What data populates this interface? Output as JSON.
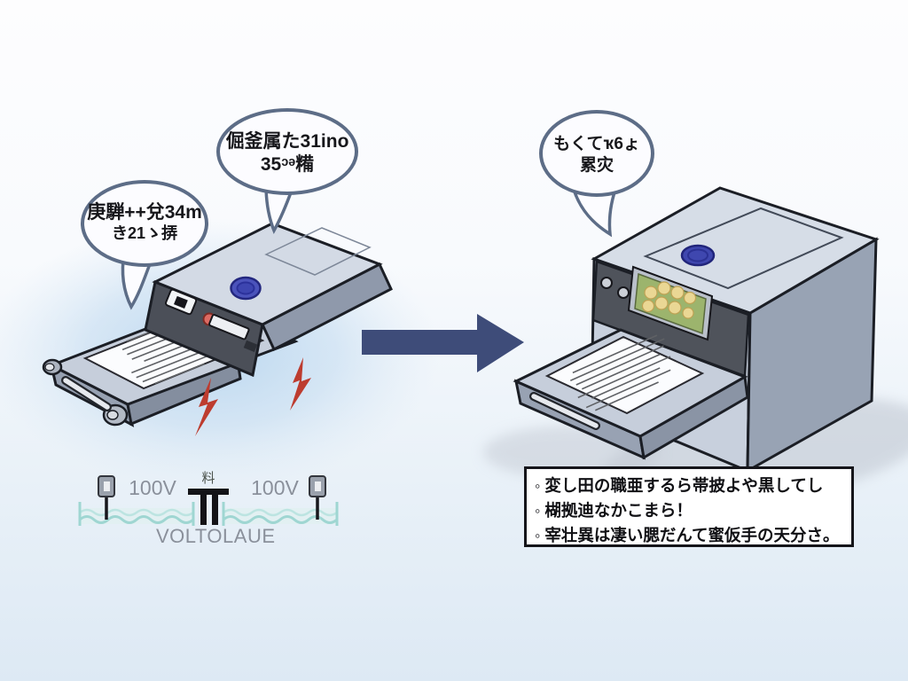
{
  "bubbles": {
    "left": {
      "line1": "庚騨++兌34m",
      "line2": "き21ゝ挵"
    },
    "middle": {
      "line1": "倔釜属た31ino",
      "line2": "35ᵓᵊ糒"
    },
    "right": {
      "line1": "もくてҡ6ょ",
      "line2": "累灾"
    }
  },
  "voltage_diagram": {
    "left_voltage": "100V",
    "right_voltage": "100V",
    "center_symbol": "料",
    "caption": "VOLTOLAUE"
  },
  "notes_box": {
    "bullet": "◦",
    "lines": [
      "変し田の職亜するら帯披よや黒してし",
      "楜拠迪なかこまら！",
      "宰壮異は凄い腮だんて蜜仮手の天分さ。"
    ]
  },
  "colors": {
    "arrow_navy": "#3e4c79",
    "lightning_red": "#bd3c2f",
    "bubble_outline": "#5d6d87",
    "wave_teal": "#9fd6d2",
    "glow_blue": "#b9d6ee",
    "device_body": "#d3dae5",
    "panel_dark": "#4e525a",
    "disc_blue": "#4650b4",
    "screen_green": "#9cb46d"
  }
}
